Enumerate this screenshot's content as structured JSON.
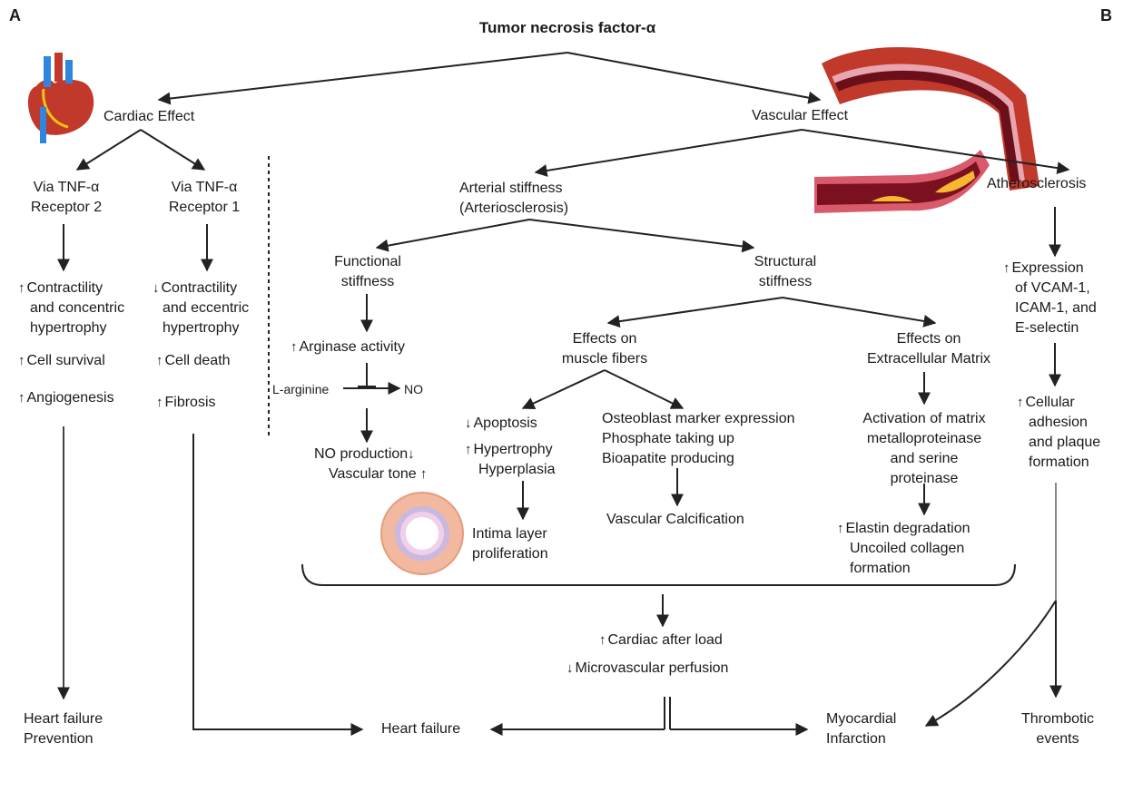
{
  "panel_labels": {
    "a": "A",
    "b": "B"
  },
  "title": "Tumor necrosis factor-α",
  "cardiac": {
    "heading": "Cardiac Effect",
    "receptor2": {
      "line1": "Via TNF-α",
      "line2": "Receptor 2"
    },
    "receptor1": {
      "line1": "Via TNF-α",
      "line2": "Receptor 1"
    },
    "r2_effects": {
      "contractility1": "Contractility",
      "contractility2": "and concentric",
      "contractility3": "hypertrophy",
      "survival": "Cell survival",
      "angiogenesis": "Angiogenesis"
    },
    "r1_effects": {
      "contractility1": "Contractility",
      "contractility2": "and eccentric",
      "contractility3": "hypertrophy",
      "death": "Cell death",
      "fibrosis": "Fibrosis"
    },
    "hf_prevention": {
      "line1": "Heart failure",
      "line2": "Prevention"
    }
  },
  "vascular": {
    "heading": "Vascular Effect",
    "arterial": {
      "line1": "Arterial stiffness",
      "line2": "(Arteriosclerosis)"
    },
    "functional": {
      "line1": "Functional",
      "line2": "stiffness"
    },
    "structural": {
      "line1": "Structural",
      "line2": "stiffness"
    },
    "arginase": "Arginase activity",
    "l_arginine": "L-arginine",
    "no": "NO",
    "no_production": "NO production",
    "vascular_tone": "Vascular tone",
    "muscle": {
      "line1": "Effects on",
      "line2": "muscle fibers"
    },
    "ecm": {
      "line1": "Effects on",
      "line2": "Extracellular Matrix"
    },
    "apoptosis": "Apoptosis",
    "hypertrophy": "Hypertrophy",
    "hyperplasia": "Hyperplasia",
    "intima": {
      "line1": "Intima layer",
      "line2": "proliferation"
    },
    "osteo": {
      "line1": "Osteoblast marker expression",
      "line2": "Phosphate taking up",
      "line3": "Bioapatite producing"
    },
    "calcification": "Vascular Calcification",
    "mmp": {
      "line1": "Activation of matrix",
      "line2": "metalloproteinase",
      "line3": "and serine",
      "line4": "proteinase"
    },
    "elastin": {
      "line1": "Elastin degradation",
      "line2": "Uncoiled collagen",
      "line3": "formation"
    },
    "athero": "Atherosclerosis",
    "expression": {
      "line1": "Expression",
      "line2": "of VCAM-1,",
      "line3": "ICAM-1, and",
      "line4": "E-selectin"
    },
    "adhesion": {
      "line1": "Cellular",
      "line2": "adhesion",
      "line3": "and plaque",
      "line4": "formation"
    }
  },
  "outcomes": {
    "afterload": "Cardiac after load",
    "perfusion": "Microvascular perfusion",
    "heart_failure": "Heart failure",
    "mi": {
      "line1": "Myocardial",
      "line2": "Infarction"
    },
    "thrombotic": {
      "line1": "Thrombotic",
      "line2": "events"
    }
  }
}
